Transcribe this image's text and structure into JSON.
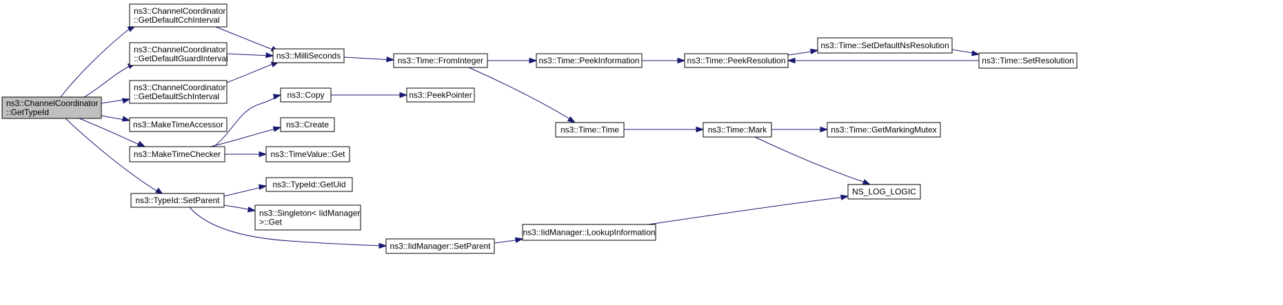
{
  "diagram": {
    "nodes": [
      {
        "id": "root",
        "lines": [
          "ns3::ChannelCoordinator",
          "::GetTypeId"
        ],
        "highlighted": true
      },
      {
        "id": "cch",
        "lines": [
          "ns3::ChannelCoordinator",
          "::GetDefaultCchInterval"
        ]
      },
      {
        "id": "guard",
        "lines": [
          "ns3::ChannelCoordinator",
          "::GetDefaultGuardInterval"
        ]
      },
      {
        "id": "sch",
        "lines": [
          "ns3::ChannelCoordinator",
          "::GetDefaultSchInterval"
        ]
      },
      {
        "id": "accessor",
        "lines": [
          "ns3::MakeTimeAccessor"
        ]
      },
      {
        "id": "checker",
        "lines": [
          "ns3::MakeTimeChecker"
        ]
      },
      {
        "id": "setparent",
        "lines": [
          "ns3::TypeId::SetParent"
        ]
      },
      {
        "id": "milli",
        "lines": [
          "ns3::MilliSeconds"
        ]
      },
      {
        "id": "copy",
        "lines": [
          "ns3::Copy"
        ]
      },
      {
        "id": "create",
        "lines": [
          "ns3::Create"
        ]
      },
      {
        "id": "timevalueget",
        "lines": [
          "ns3::TimeValue::Get"
        ]
      },
      {
        "id": "getuid",
        "lines": [
          "ns3::TypeId::GetUid"
        ]
      },
      {
        "id": "singleton",
        "lines": [
          "ns3::Singleton< IidManager",
          " >::Get"
        ]
      },
      {
        "id": "fromint",
        "lines": [
          "ns3::Time::FromInteger"
        ]
      },
      {
        "id": "peekptr",
        "lines": [
          "ns3::PeekPointer"
        ]
      },
      {
        "id": "iidsetparent",
        "lines": [
          "ns3::IidManager::SetParent"
        ]
      },
      {
        "id": "peekinfo",
        "lines": [
          "ns3::Time::PeekInformation"
        ]
      },
      {
        "id": "time",
        "lines": [
          "ns3::Time::Time"
        ]
      },
      {
        "id": "lookup",
        "lines": [
          "ns3::IidManager::LookupInformation"
        ]
      },
      {
        "id": "peekres",
        "lines": [
          "ns3::Time::PeekResolution"
        ]
      },
      {
        "id": "mark",
        "lines": [
          "ns3::Time::Mark"
        ]
      },
      {
        "id": "setdefres",
        "lines": [
          "ns3::Time::SetDefaultNsResolution"
        ]
      },
      {
        "id": "getmutex",
        "lines": [
          "ns3::Time::GetMarkingMutex"
        ]
      },
      {
        "id": "nslog",
        "lines": [
          "NS_LOG_LOGIC"
        ]
      },
      {
        "id": "setres",
        "lines": [
          "ns3::Time::SetResolution"
        ]
      }
    ],
    "edges": [
      {
        "from": "root",
        "to": "cch"
      },
      {
        "from": "root",
        "to": "guard"
      },
      {
        "from": "root",
        "to": "sch"
      },
      {
        "from": "root",
        "to": "accessor"
      },
      {
        "from": "root",
        "to": "checker"
      },
      {
        "from": "root",
        "to": "setparent"
      },
      {
        "from": "cch",
        "to": "milli"
      },
      {
        "from": "guard",
        "to": "milli"
      },
      {
        "from": "sch",
        "to": "milli"
      },
      {
        "from": "milli",
        "to": "fromint"
      },
      {
        "from": "checker",
        "to": "copy"
      },
      {
        "from": "checker",
        "to": "create"
      },
      {
        "from": "checker",
        "to": "timevalueget"
      },
      {
        "from": "copy",
        "to": "peekptr"
      },
      {
        "from": "setparent",
        "to": "getuid"
      },
      {
        "from": "setparent",
        "to": "singleton"
      },
      {
        "from": "setparent",
        "to": "iidsetparent"
      },
      {
        "from": "iidsetparent",
        "to": "lookup"
      },
      {
        "from": "lookup",
        "to": "nslog"
      },
      {
        "from": "fromint",
        "to": "peekinfo"
      },
      {
        "from": "fromint",
        "to": "time"
      },
      {
        "from": "peekinfo",
        "to": "peekres"
      },
      {
        "from": "peekres",
        "to": "setdefres"
      },
      {
        "from": "setdefres",
        "to": "setres"
      },
      {
        "from": "setres",
        "to": "peekres"
      },
      {
        "from": "time",
        "to": "mark"
      },
      {
        "from": "mark",
        "to": "getmutex"
      },
      {
        "from": "mark",
        "to": "nslog"
      }
    ]
  },
  "colors": {
    "edge": "#191970",
    "node_fill": "#ffffff",
    "node_highlight_fill": "#bfbfbf",
    "node_border": "#000000"
  }
}
